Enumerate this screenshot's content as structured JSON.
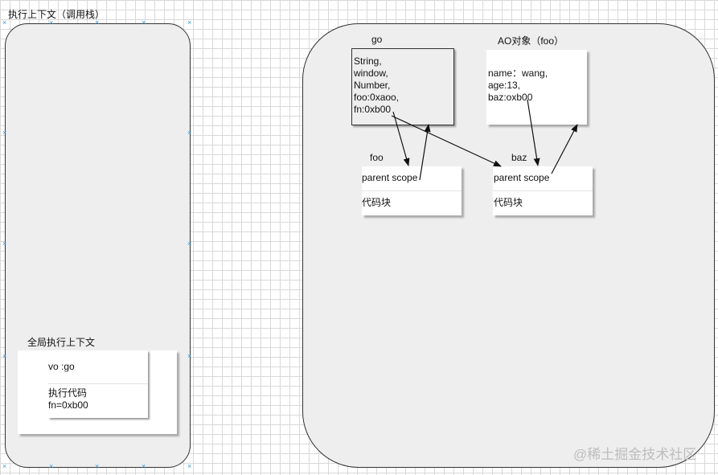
{
  "call_stack": {
    "title": "执行上下文（调用栈）",
    "global_context": {
      "label": "全局执行上下文",
      "row1": "vo :go",
      "row2": "执行代码\nfn=0xb00"
    }
  },
  "heap": {
    "go": {
      "label": "go",
      "content": "String,\nwindow,\nNumber,\nfoo:0xaoo,\nfn:0xb00"
    },
    "ao": {
      "label": "AO对象（foo）",
      "content": "name：wang,\nage:13,\nbaz:oxb00"
    },
    "foo": {
      "label": "foo",
      "row1": "parent scope",
      "row2": "代码块"
    },
    "baz": {
      "label": "baz",
      "row1": "parent scope",
      "row2": "代码块"
    }
  },
  "watermark": "@稀土掘金技术社区"
}
